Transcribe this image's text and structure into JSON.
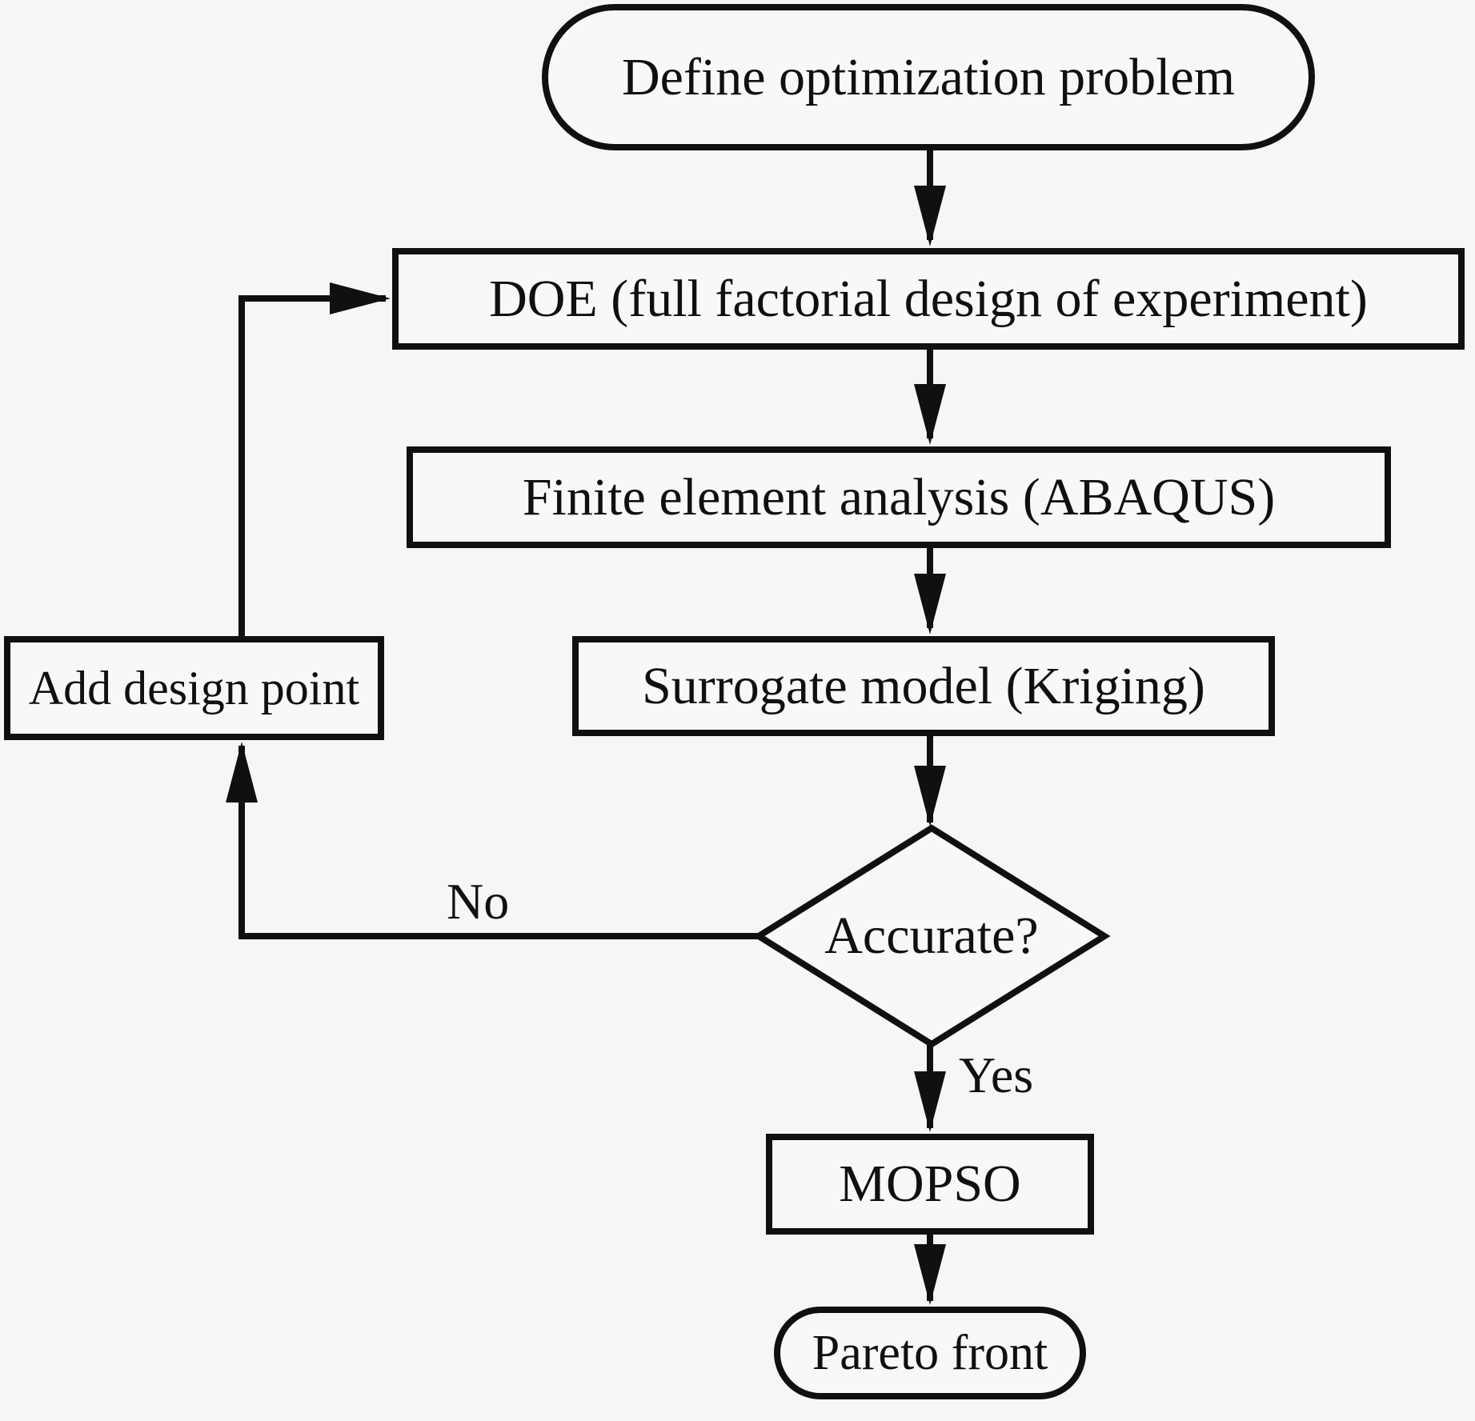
{
  "colors": {
    "background": "#f6f6f6",
    "line": "#101010",
    "node_fill": "#f8f8f8",
    "text": "#101010"
  },
  "nodes": [
    {
      "id": "define",
      "shape": "terminator",
      "label": "Define optimization problem"
    },
    {
      "id": "doe",
      "shape": "process",
      "label": "DOE (full factorial design of experiment)"
    },
    {
      "id": "fea",
      "shape": "process",
      "label": "Finite element analysis (ABAQUS)"
    },
    {
      "id": "surrogate",
      "shape": "process",
      "label": "Surrogate model (Kriging)"
    },
    {
      "id": "accurate",
      "shape": "decision",
      "label": "Accurate?"
    },
    {
      "id": "add-point",
      "shape": "process",
      "label": "Add design point"
    },
    {
      "id": "mopso",
      "shape": "process",
      "label": "MOPSO"
    },
    {
      "id": "pareto",
      "shape": "terminator",
      "label": "Pareto front"
    }
  ],
  "edges": [
    {
      "from": "define",
      "to": "doe",
      "label": ""
    },
    {
      "from": "doe",
      "to": "fea",
      "label": ""
    },
    {
      "from": "fea",
      "to": "surrogate",
      "label": ""
    },
    {
      "from": "surrogate",
      "to": "accurate",
      "label": ""
    },
    {
      "from": "accurate",
      "to": "mopso",
      "label": "Yes"
    },
    {
      "from": "mopso",
      "to": "pareto",
      "label": ""
    },
    {
      "from": "accurate",
      "to": "add-point",
      "label": "No"
    },
    {
      "from": "add-point",
      "to": "doe",
      "label": ""
    }
  ]
}
